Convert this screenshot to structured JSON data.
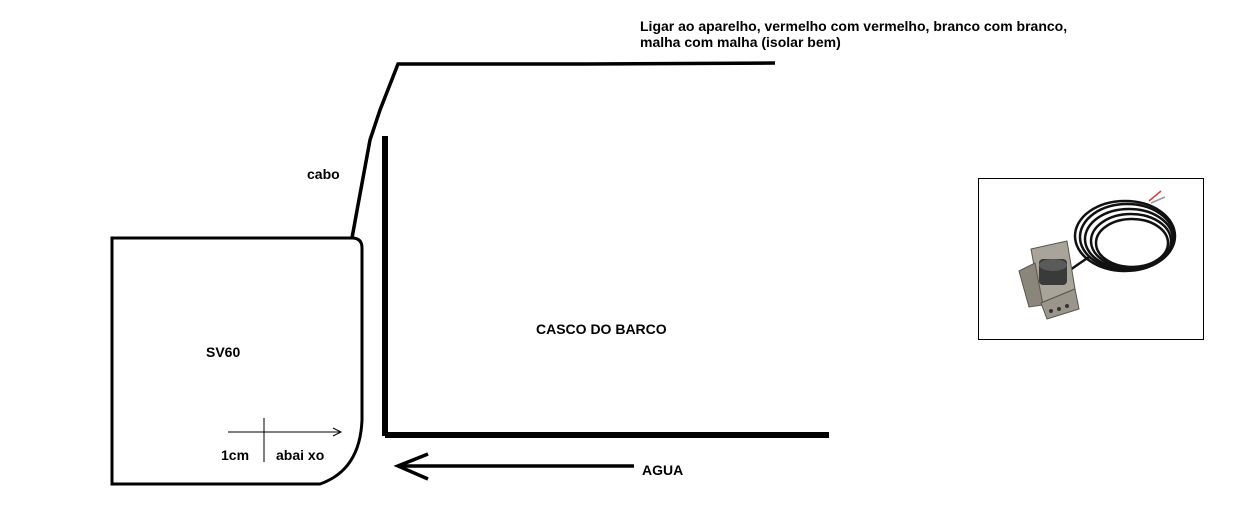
{
  "labels": {
    "note_line1": "Ligar ao aparelho, vermelho com vermelho, branco com branco,",
    "note_line2": " malha  com malha (isolar bem)",
    "cable": "cabo",
    "device": "SV60",
    "hull": "CASCO DO BARCO",
    "water": "AGUA",
    "offset_value": "1cm",
    "offset_direction": "abai xo"
  },
  "photo": {
    "subject": "sv60-transducer-with-coiled-cable"
  },
  "colors": {
    "line": "#000000",
    "background": "#ffffff"
  }
}
